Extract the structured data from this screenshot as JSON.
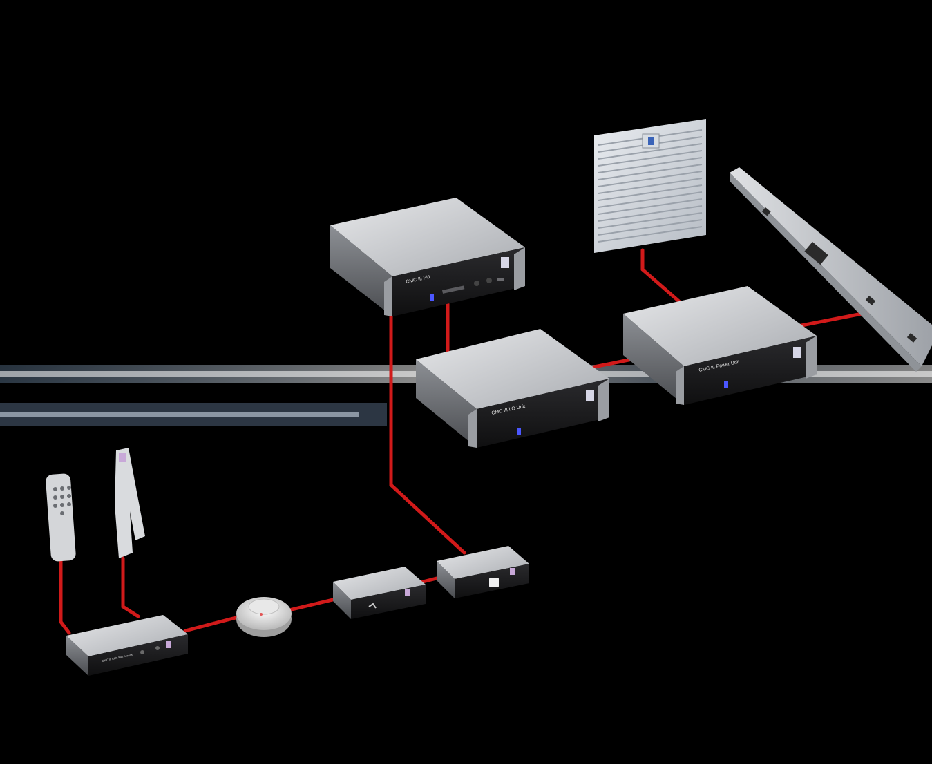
{
  "devices": {
    "processing_unit": {
      "label": "CMC III PU"
    },
    "io_unit": {
      "label": "CMC III I/O Unit"
    },
    "power_unit": {
      "label": "CMC III Power Unit"
    },
    "can_bus_access": {
      "label": "CMC III CAN Bus Access"
    }
  },
  "colors": {
    "background": "#000000",
    "cable": "#d11a1a",
    "housing_top": "#c9cbce",
    "front_panel": "#1b1b1d",
    "accent_blue": "#4b57ff"
  },
  "icons": [
    "fan-filter-icon",
    "rail-icon",
    "keypad-icon",
    "door-handle-icon",
    "smoke-detector-icon",
    "temperature-sensor-icon",
    "access-sensor-icon"
  ]
}
